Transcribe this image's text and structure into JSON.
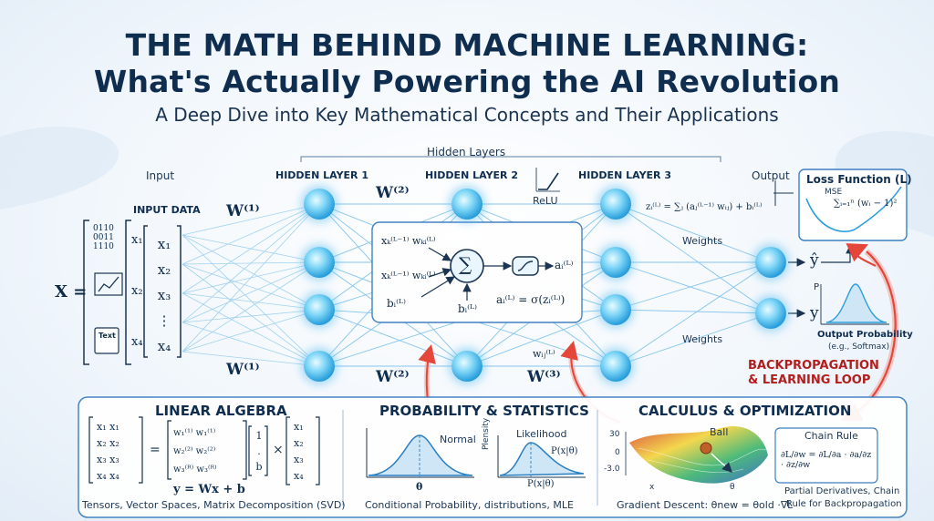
{
  "header": {
    "title_line1": "THE MATH BEHIND MACHINE LEARNING:",
    "title_line2": "What's Actually Powering the AI Revolution",
    "subtitle": "A Deep Dive into Key Mathematical Concepts and Their Applications"
  },
  "network": {
    "hidden_layers_label": "Hidden Layers",
    "input_label": "Input",
    "input_data_label": "INPUT DATA",
    "x_label": "X =",
    "binary_lines": [
      "0110",
      "0011",
      "1110"
    ],
    "text_doc_label": "Text",
    "x_names": [
      "x₁",
      "x₂",
      "x₄"
    ],
    "vector_entries": [
      "x₁",
      "x₂",
      "x₃",
      "⋮",
      "x₄"
    ],
    "layer_labels": [
      "HIDDEN LAYER 1",
      "HIDDEN LAYER 2",
      "HIDDEN LAYER 3"
    ],
    "relu_label": "ReLU",
    "output_label": "Output",
    "weights_labels": [
      "W⁽¹⁾",
      "W⁽²⁾",
      "W⁽¹⁾",
      "W⁽²⁾",
      "W⁽³⁾"
    ],
    "weights_text": [
      "Weights",
      "Weights"
    ],
    "z_formula": "zᵢ⁽ᴸ⁾ = ∑ⱼ (aⱼ⁽ᴸ⁻¹⁾ wᵢⱼ) + bᵢ⁽ᴸ⁾",
    "w_ij_label": "wᵢⱼ⁽ᴸ⁾",
    "y_hat": "ŷ",
    "y": "y"
  },
  "neuron_detail": {
    "input1": "xₖ⁽ᴸ⁻¹⁾ wₖᵢ⁽ᴸ⁾",
    "input2": "xₖ⁽ᴸ⁻¹⁾ wₖᵢ⁽ᴸ⁾",
    "bias_left": "bᵢ⁽ᴸ⁾",
    "sum_symbol": "∑",
    "bias_below": "bᵢ⁽ᴸ⁾",
    "activation_out": "aᵢ⁽ᴸ⁾",
    "activation_formula": "aᵢ⁽ᴸ⁾ = σ(zᵢ⁽ᴸ⁾)"
  },
  "loss": {
    "title": "Loss Function (L)",
    "mse_label": "MSE",
    "formula": "∑ᵢ₌₁ⁿ (wᵢ − 1)²"
  },
  "output_prob": {
    "p_label": "P",
    "title": "Output Probability",
    "subtitle": "(e.g., Softmax)"
  },
  "backprop": {
    "line1": "BACKPROPAGATION",
    "line2": "& LEARNING LOOP"
  },
  "linear_algebra": {
    "title": "LINEAR ALGEBRA",
    "matrix_left": [
      "x₁ x₁",
      "x₂ x₂",
      "x₃ x₃",
      "x₄ x₄"
    ],
    "matrix_w": [
      "w₁⁽¹⁾   w₁⁽¹⁾",
      "w₂⁽²⁾   w₂⁽²⁾",
      "w₃⁽ᴿ⁾   w₃⁽ᴿ⁾"
    ],
    "vector_b": [
      "1",
      ".",
      "b"
    ],
    "vector_x": [
      "x₁",
      "x₂",
      "x₃",
      "x₄"
    ],
    "equals": "=",
    "times": "×",
    "equation": "y = Wx + b",
    "caption": "Tensors, Vector Spaces, Matrix Decomposition (SVD)"
  },
  "probability": {
    "title": "PROBABILITY & STATISTICS",
    "normal_label": "Normal",
    "theta_label": "θ",
    "likelihood_label": "Likelihood",
    "density_label": "Plensity",
    "p_x_theta_top": "P(x|θ)",
    "p_x_theta_bottom": "P(x|θ)",
    "caption": "Conditional Probability, distributions, MLE"
  },
  "calculus": {
    "title": "CALCULUS & OPTIMIZATION",
    "ball_label": "Ball",
    "axis_top": "30",
    "axis_mid": "0",
    "axis_low": "-3.0",
    "axis_x": "x",
    "axis_theta": "θ",
    "gradient_caption": "Gradient Descent: θnew = θold ·∇L",
    "chain_rule_title": "Chain Rule",
    "chain_rule_formula": "∂L/∂w = ∂L/∂a · ∂a/∂z · ∂z/∂w",
    "chain_caption_line1": "Partial Derivatives, Chain",
    "chain_caption_line2": "Rule for Backpropagation"
  },
  "colors": {
    "navy": "#0f2d4f",
    "accent_blue": "#2a9fdc",
    "panel_border": "#3d7fc0",
    "backprop_red": "#b21e1e"
  }
}
